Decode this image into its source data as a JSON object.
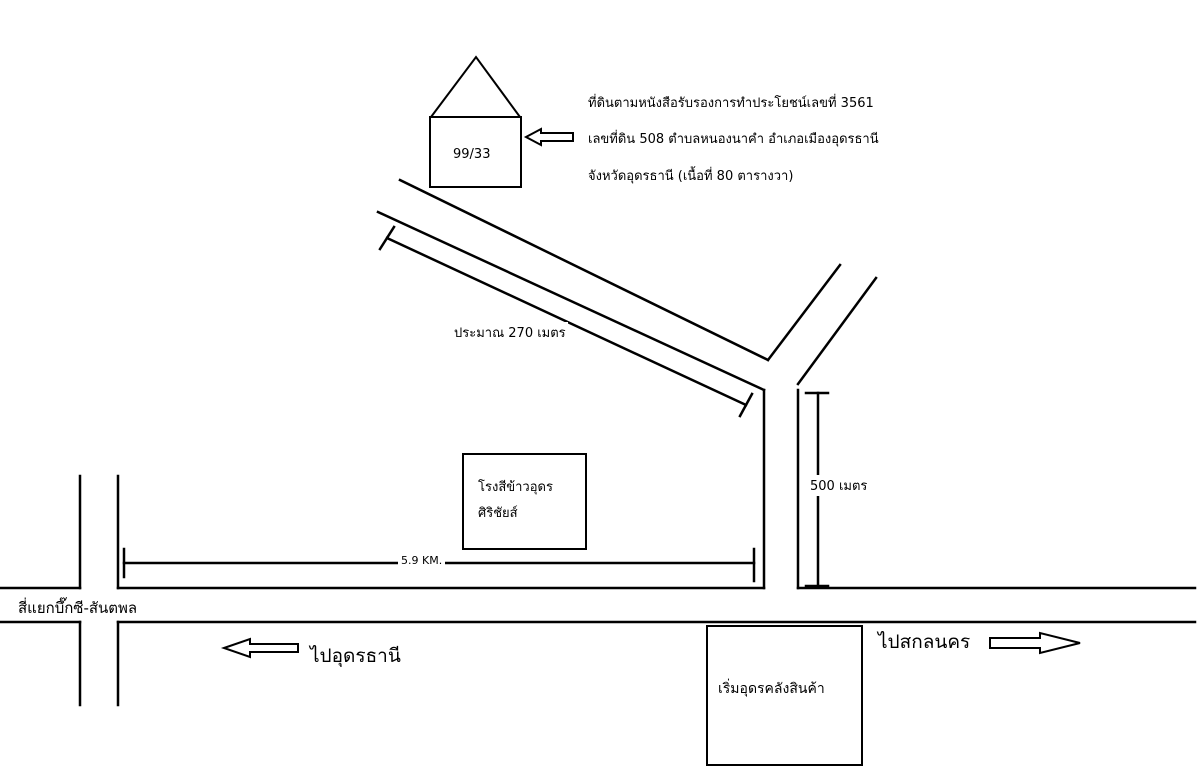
{
  "map": {
    "house_number": "99/33",
    "land_description": [
      "ที่ดินตามหนังสือรับรองการทำประโยชน์เลขที่ 3561",
      "เลขที่ดิน 508 ตำบลหนองนาคำ อำเภอเมืองอุดรธานี",
      "จังหวัดอุดรธานี (เนื้อที่ 80 ตารางวา)"
    ],
    "distance_diagonal": "ประมาณ 270 เมตร",
    "distance_vertical": "500 เมตร",
    "distance_horizontal": "5.9 KM.",
    "rice_mill": [
      "โรงสีข้าวอุดร",
      "ศิริชัยส์"
    ],
    "intersection": "สี่แยกบึ๊กซี-สันตพล",
    "to_udon": "ไปอุดรธานี",
    "to_sakon": "ไปสกลนคร",
    "warehouse": "เริ่มอุดรคลังสินค้า"
  }
}
